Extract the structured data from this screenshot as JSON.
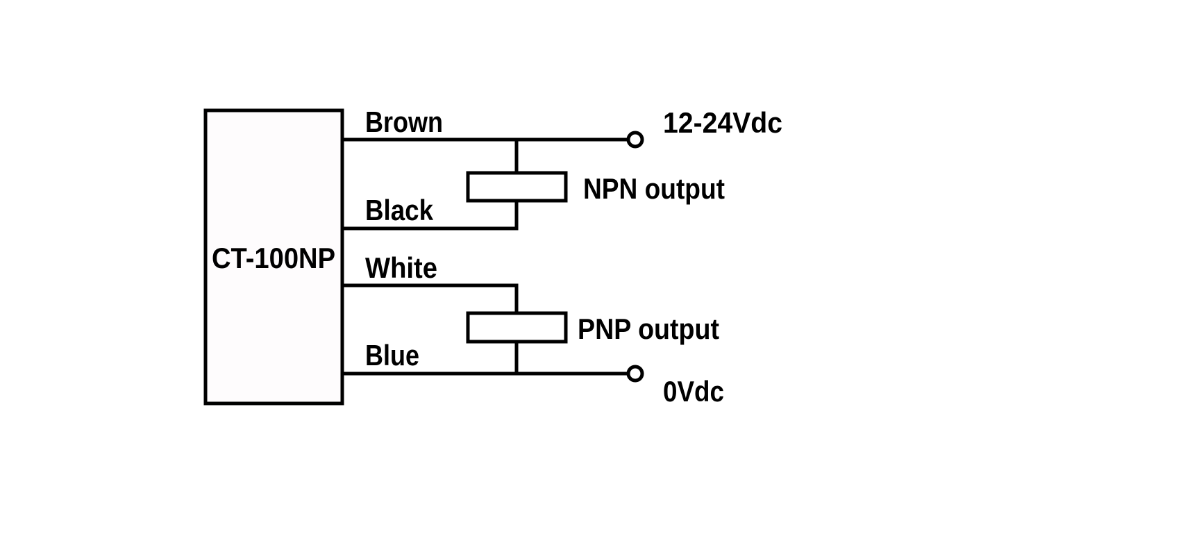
{
  "device": {
    "model": "CT-100NP"
  },
  "wires": {
    "brown": "Brown",
    "black": "Black",
    "white": "White",
    "blue": "Blue"
  },
  "terminals": {
    "supply": "12-24Vdc",
    "ground": "0Vdc"
  },
  "loads": {
    "npn": "NPN output",
    "pnp": "PNP output"
  },
  "colors": {
    "line": "#000000",
    "background": "#ffffff"
  }
}
